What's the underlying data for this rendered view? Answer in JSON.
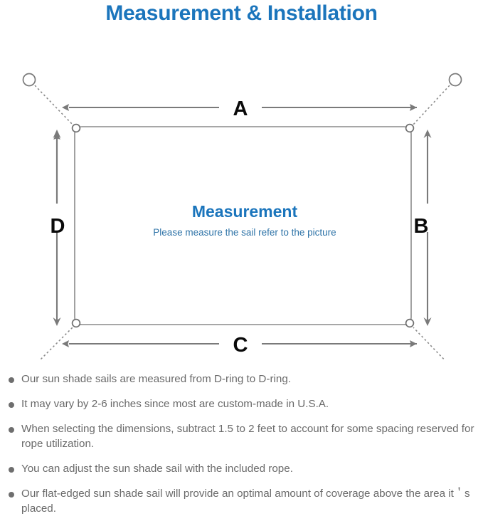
{
  "header": {
    "title": "Measurement & Installation",
    "title_color": "#1b75bc"
  },
  "diagram": {
    "center": {
      "title": "Measurement",
      "subtitle": "Please measure the sail refer to the picture",
      "title_color": "#1b75bc",
      "subtitle_color": "#2f74a8"
    },
    "dimensions": {
      "top": "A",
      "right": "B",
      "bottom": "C",
      "left": "D"
    },
    "colors": {
      "sail_outline": "#8a8a8a",
      "dimension_line": "#7a7a7a",
      "rope_dotted": "#8a8a8a",
      "anchor_ring": "#7a7a7a",
      "label": "#0a0a0a"
    },
    "parts": {
      "d_ring": "d-ring",
      "anchor_post": "anchor-point",
      "rope": "rope-dotted-line",
      "sail": "shade-sail-rectangle"
    }
  },
  "notes": {
    "bullet_color": "#6e6e6e",
    "text_color": "#6a6a6a",
    "items": [
      "Our sun shade sails are measured from D-ring to D-ring.",
      "It may vary by 2-6 inches since most are custom-made in U.S.A.",
      "When selecting the dimensions, subtract 1.5 to 2 feet to account for some spacing reserved for rope utilization.",
      "You can adjust the sun shade sail with the included rope.",
      "Our flat-edged sun shade sail will provide an optimal amount of coverage above the area it＇s placed."
    ]
  }
}
